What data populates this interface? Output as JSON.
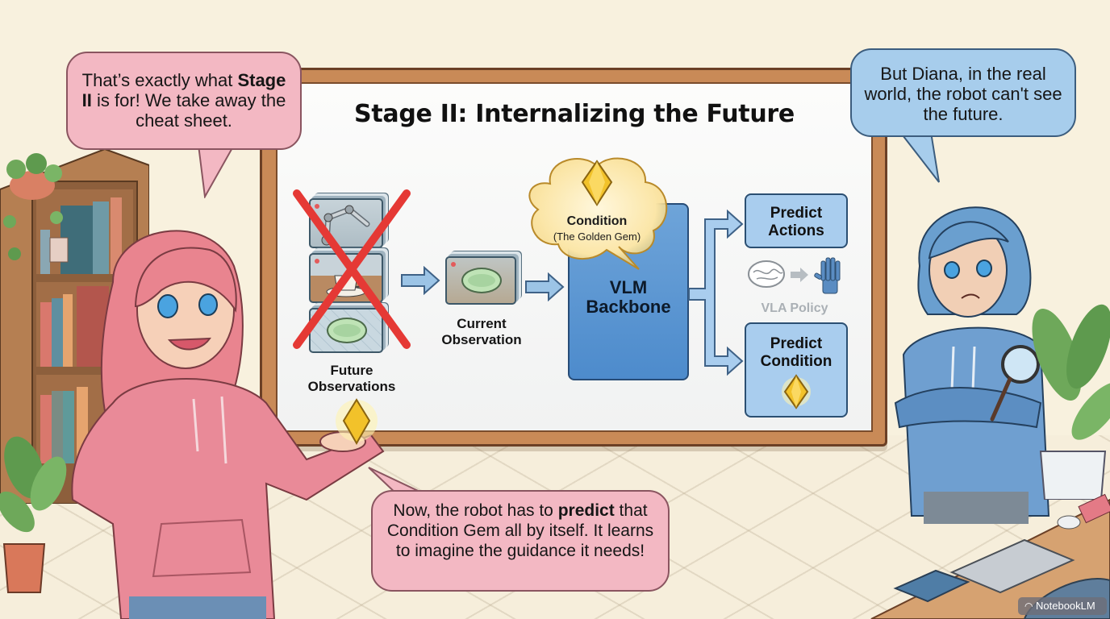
{
  "scene": {
    "bubbles": {
      "left_top": {
        "pre": "That’s exactly what ",
        "bold": "Stage II",
        "post": " is for! We take away the cheat sheet."
      },
      "right_top": {
        "text": "But Diana, in the real world, the robot can't see the future."
      },
      "bottom": {
        "pre": "Now, the robot has to ",
        "bold": "predict",
        "post": " that Condition Gem all by itself. It learns to imagine the guidance it needs!"
      }
    },
    "characters": {
      "left": {
        "hair": "pink",
        "hoodie_color": "#e98a98"
      },
      "right": {
        "hair": "blue",
        "hoodie_color": "#6f9fd0",
        "holding": "magnifying-glass"
      }
    }
  },
  "whiteboard": {
    "title": "Stage II: Internalizing the Future",
    "future_observations": {
      "line1": "Future",
      "line2": "Observations",
      "crossed_out": true
    },
    "current_observation": {
      "line1": "Current",
      "line2": "Observation"
    },
    "condition": {
      "title": "Condition",
      "subtitle": "(The Golden Gem)"
    },
    "backbone": {
      "line1": "VLM",
      "line2": "Backbone"
    },
    "predict_actions": {
      "line1": "Predict",
      "line2": "Actions"
    },
    "vla_policy": "VLA Policy",
    "predict_condition": {
      "line1": "Predict",
      "line2": "Condition"
    }
  },
  "colors": {
    "pink_bubble": "#f3b8c3",
    "blue_bubble": "#a7cdec",
    "backbone_blue": "#5a95d1",
    "box_blue": "#a9cdee",
    "gem_gold": "#f2c22a",
    "cross_red": "#e53935",
    "frame_wood": "#c98a57"
  },
  "watermark": {
    "icon": "notebooklm-icon",
    "label": "NotebookLM"
  }
}
